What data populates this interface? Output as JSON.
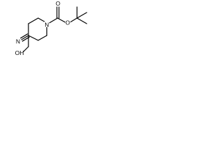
{
  "molecule": {
    "atom_labels": {
      "ring_nitrogen": "N",
      "carbonyl_oxygen": "O",
      "ester_oxygen": "O",
      "nitrile": "N",
      "hydroxyl": "OH"
    }
  },
  "colors": {
    "bond": "#000000",
    "text": "#000000",
    "background": "#ffffff"
  }
}
